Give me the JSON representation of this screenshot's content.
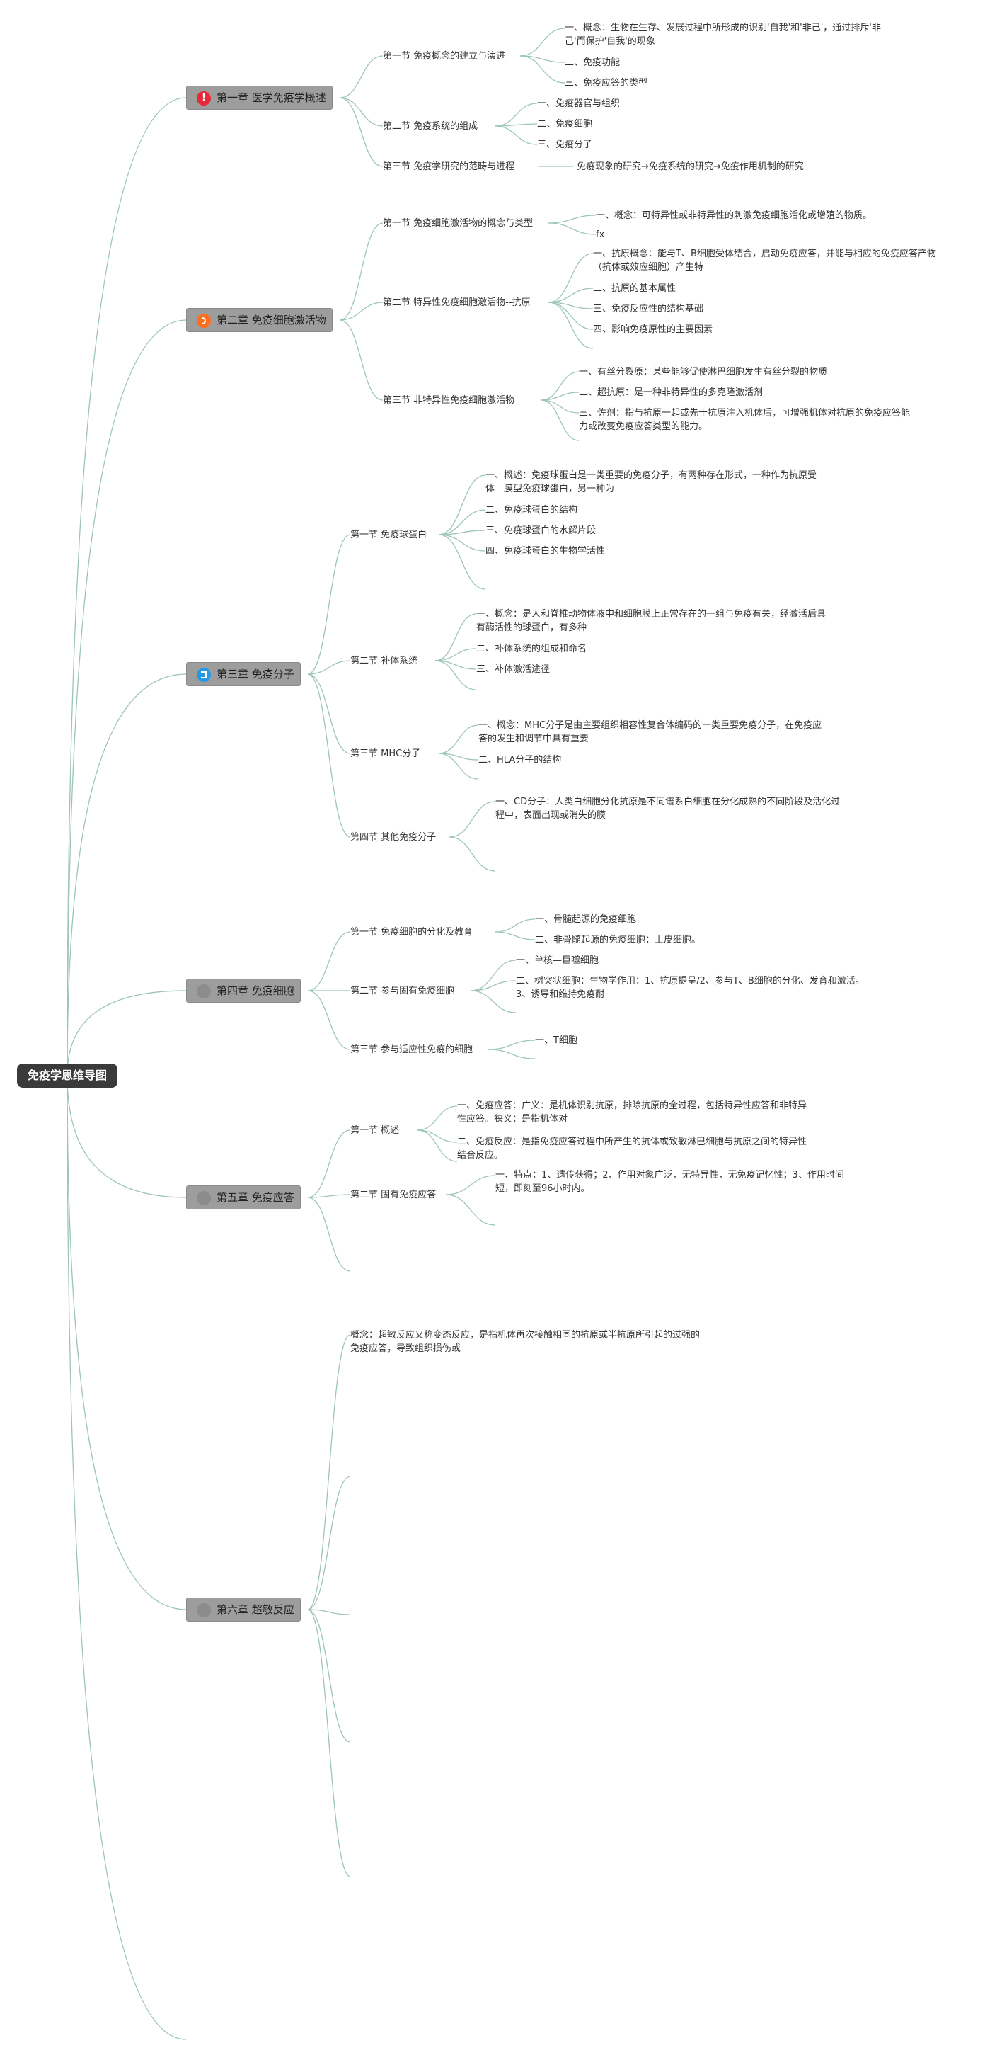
{
  "root": {
    "label": "免疫学思维导图"
  },
  "chapters": [
    {
      "label": "第一章 医学免疫学概述",
      "sections": [
        {
          "label": "第一节 免疫概念的建立与演进",
          "items": [
            "一、概念：生物在生存、发展过程中所形成的识别'自我'和'非己'，通过排斥'非己'而保护'自我'的现象",
            "二、免疫功能",
            "三、免疫应答的类型"
          ]
        },
        {
          "label": "第二节 免疫系统的组成",
          "items": [
            "一、免疫器官与组织",
            "二、免疫细胞",
            "三、免疫分子"
          ]
        },
        {
          "label": "第三节 免疫学研究的范畴与进程",
          "items": [
            "免疫现象的研究→免疫系统的研究→免疫作用机制的研究"
          ]
        }
      ]
    },
    {
      "label": "第二章 免疫细胞激活物",
      "sections": [
        {
          "label": "第一节 免疫细胞激活物的概念与类型",
          "items": [
            "一、概念：可特异性或非特异性的刺激免疫细胞活化或增殖的物质。",
            "fx"
          ]
        },
        {
          "label": "第二节 特异性免疫细胞激活物--抗原",
          "items": [
            "一、抗原概念：能与T、B细胞受体结合，启动免疫应答，并能与相应的免疫应答产物（抗体或效应细胞）产生特",
            "二、抗原的基本属性",
            "三、免疫反应性的结构基础",
            "四、影响免疫原性的主要因素"
          ]
        },
        {
          "label": "第三节 非特异性免疫细胞激活物",
          "items": [
            "一、有丝分裂原：某些能够促使淋巴细胞发生有丝分裂的物质",
            "二、超抗原：是一种非特异性的多克隆激活剂",
            "三、佐剂：指与抗原一起或先于抗原注入机体后，可增强机体对抗原的免疫应答能力或改变免疫应答类型的能力。"
          ]
        }
      ]
    },
    {
      "label": "第三章 免疫分子",
      "sections": [
        {
          "label": "第一节 免疫球蛋白",
          "items": [
            "一、概述：免疫球蛋白是一类重要的免疫分子，有两种存在形式，一种作为抗原受体—膜型免疫球蛋白，另一种为",
            "二、免疫球蛋白的结构",
            "三、免疫球蛋白的水解片段",
            "四、免疫球蛋白的生物学活性"
          ]
        },
        {
          "label": "第二节 补体系统",
          "items": [
            "一、概念：是人和脊椎动物体液中和细胞膜上正常存在的一组与免疫有关，经激活后具有酶活性的球蛋白，有多种",
            "二、补体系统的组成和命名",
            "三、补体激活途径"
          ]
        },
        {
          "label": "第三节 MHC分子",
          "items": [
            "一、概念：MHC分子是由主要组织相容性复合体编码的一类重要免疫分子，在免疫应答的发生和调节中具有重要",
            "二、HLA分子的结构"
          ]
        },
        {
          "label": "第四节 其他免疫分子",
          "items": [
            "一、CD分子：人类白细胞分化抗原是不同谱系白细胞在分化成熟的不同阶段及活化过程中，表面出现或消失的膜"
          ]
        }
      ]
    },
    {
      "label": "第四章 免疫细胞",
      "sections": [
        {
          "label": "第一节 免疫细胞的分化及教育",
          "items": [
            "一、骨髓起源的免疫细胞",
            "二、非骨髓起源的免疫细胞：上皮细胞。"
          ]
        },
        {
          "label": "第二节 参与固有免疫细胞",
          "items": [
            "一、单核—巨噬细胞",
            "二、树突状细胞：生物学作用：1、抗原提呈/2、参与T、B细胞的分化、发育和激活。3、诱导和维持免疫耐"
          ]
        },
        {
          "label": "第三节 参与适应性免疫的细胞",
          "items": [
            "一、T细胞"
          ]
        }
      ]
    },
    {
      "label": "第五章 免疫应答",
      "sections": [
        {
          "label": "第一节 概述",
          "items": [
            "一、免疫应答：广义：是机体识别抗原，排除抗原的全过程，包括特异性应答和非特异性应答。狭义：是指机体对",
            "二、免疫反应：是指免疫应答过程中所产生的抗体或致敏淋巴细胞与抗原之间的特异性结合反应。"
          ]
        },
        {
          "label": "第二节 固有免疫应答",
          "items": [
            "一、特点：1、遗传获得；2、作用对象广泛，无特异性，无免疫记忆性；3、作用时间短，即刻至96小时内。"
          ]
        }
      ]
    },
    {
      "label": "第六章 超敏反应",
      "sections": [
        {
          "label": "概念：超敏反应又称变态反应，是指机体再次接触相同的抗原或半抗原所引起的过强的免疫应答，导致组织损伤或",
          "items": []
        }
      ]
    }
  ],
  "colors": {
    "link": "#9cc5b4",
    "root_bg": "#3a3a3a",
    "chapter_bg": "#9d9d9d"
  },
  "icons": [
    "exclamation-icon",
    "number-2-icon",
    "number-3-icon",
    "number-4-icon",
    "number-5-icon",
    "number-6-icon"
  ]
}
